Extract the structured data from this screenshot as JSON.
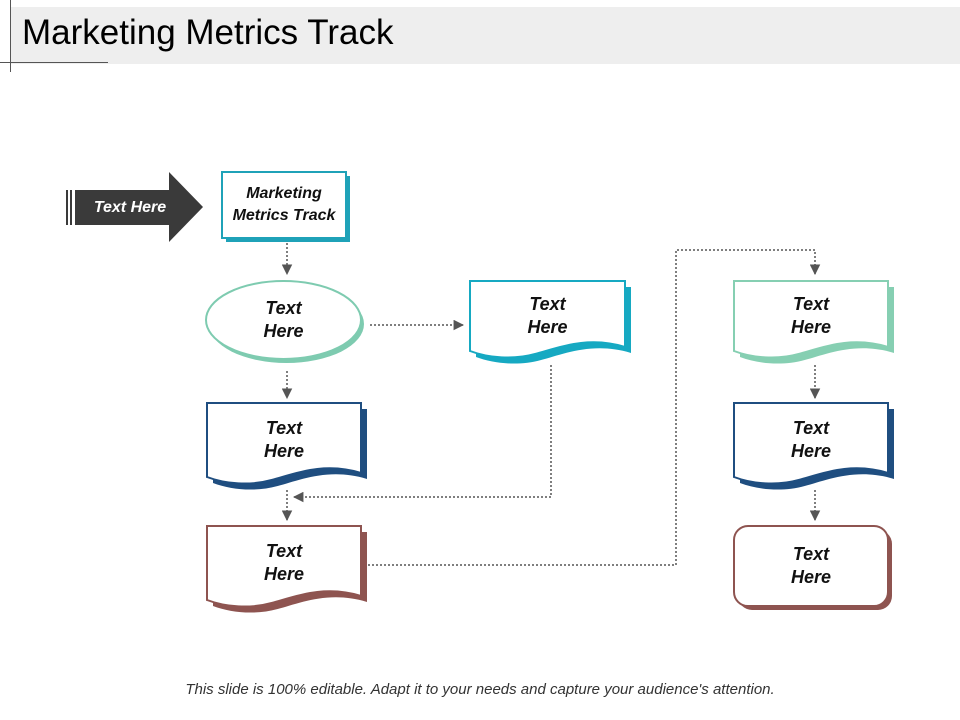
{
  "slide": {
    "title": "Marketing Metrics Track",
    "footer": "This slide is 100% editable. Adapt it to your needs and capture your audience's attention."
  },
  "arrow": {
    "label": "Text Here",
    "color": "#3a3a3a"
  },
  "nodes": [
    {
      "name": "node-marketing-metrics-track",
      "shape": "rect",
      "label": "Marketing\nMetrics Track",
      "color": "#1fa2b8"
    },
    {
      "name": "node-ellipse",
      "shape": "ellipse",
      "label": "Text\nHere",
      "color": "#7ecbb0"
    },
    {
      "name": "node-teal-document",
      "shape": "document",
      "label": "Text\nHere",
      "color": "#16a9c2"
    },
    {
      "name": "node-blue-document-left",
      "shape": "document",
      "label": "Text\nHere",
      "color": "#1f4e80"
    },
    {
      "name": "node-brown-document",
      "shape": "document",
      "label": "Text\nHere",
      "color": "#8e5450"
    },
    {
      "name": "node-mint-document",
      "shape": "document",
      "label": "Text\nHere",
      "color": "#86cfb2"
    },
    {
      "name": "node-blue-document-right",
      "shape": "document",
      "label": "Text\nHere",
      "color": "#1f4e80"
    },
    {
      "name": "node-brown-rounded",
      "shape": "rounded",
      "label": "Text\nHere",
      "color": "#8e5450"
    }
  ],
  "connector_color": "#555555"
}
